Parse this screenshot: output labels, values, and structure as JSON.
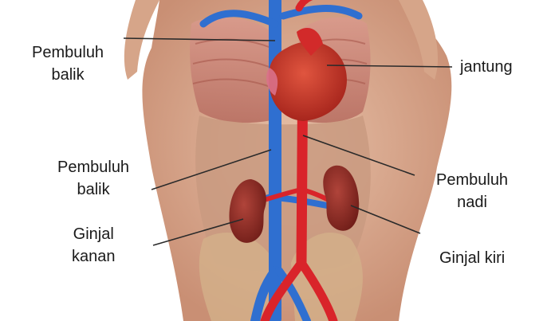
{
  "diagram": {
    "labels": {
      "vein_upper": {
        "line1": "Pembuluh",
        "line2": "balik"
      },
      "heart": {
        "line1": "jantung"
      },
      "vein_lower": {
        "line1": "Pembuluh",
        "line2": "balik"
      },
      "artery": {
        "line1": "Pembuluh",
        "line2": "nadi"
      },
      "kidney_right": {
        "line1": "Ginjal",
        "line2": "kanan"
      },
      "kidney_left": {
        "line1": "Ginjal kiri"
      }
    },
    "colors": {
      "vein": "#2f6fd0",
      "artery": "#d9242a",
      "heart": "#c8382c",
      "kidney": "#8a2a22",
      "skin": "#d7a88a",
      "tissue": "#c98f7a",
      "pointer": "#2a2a2a"
    }
  }
}
